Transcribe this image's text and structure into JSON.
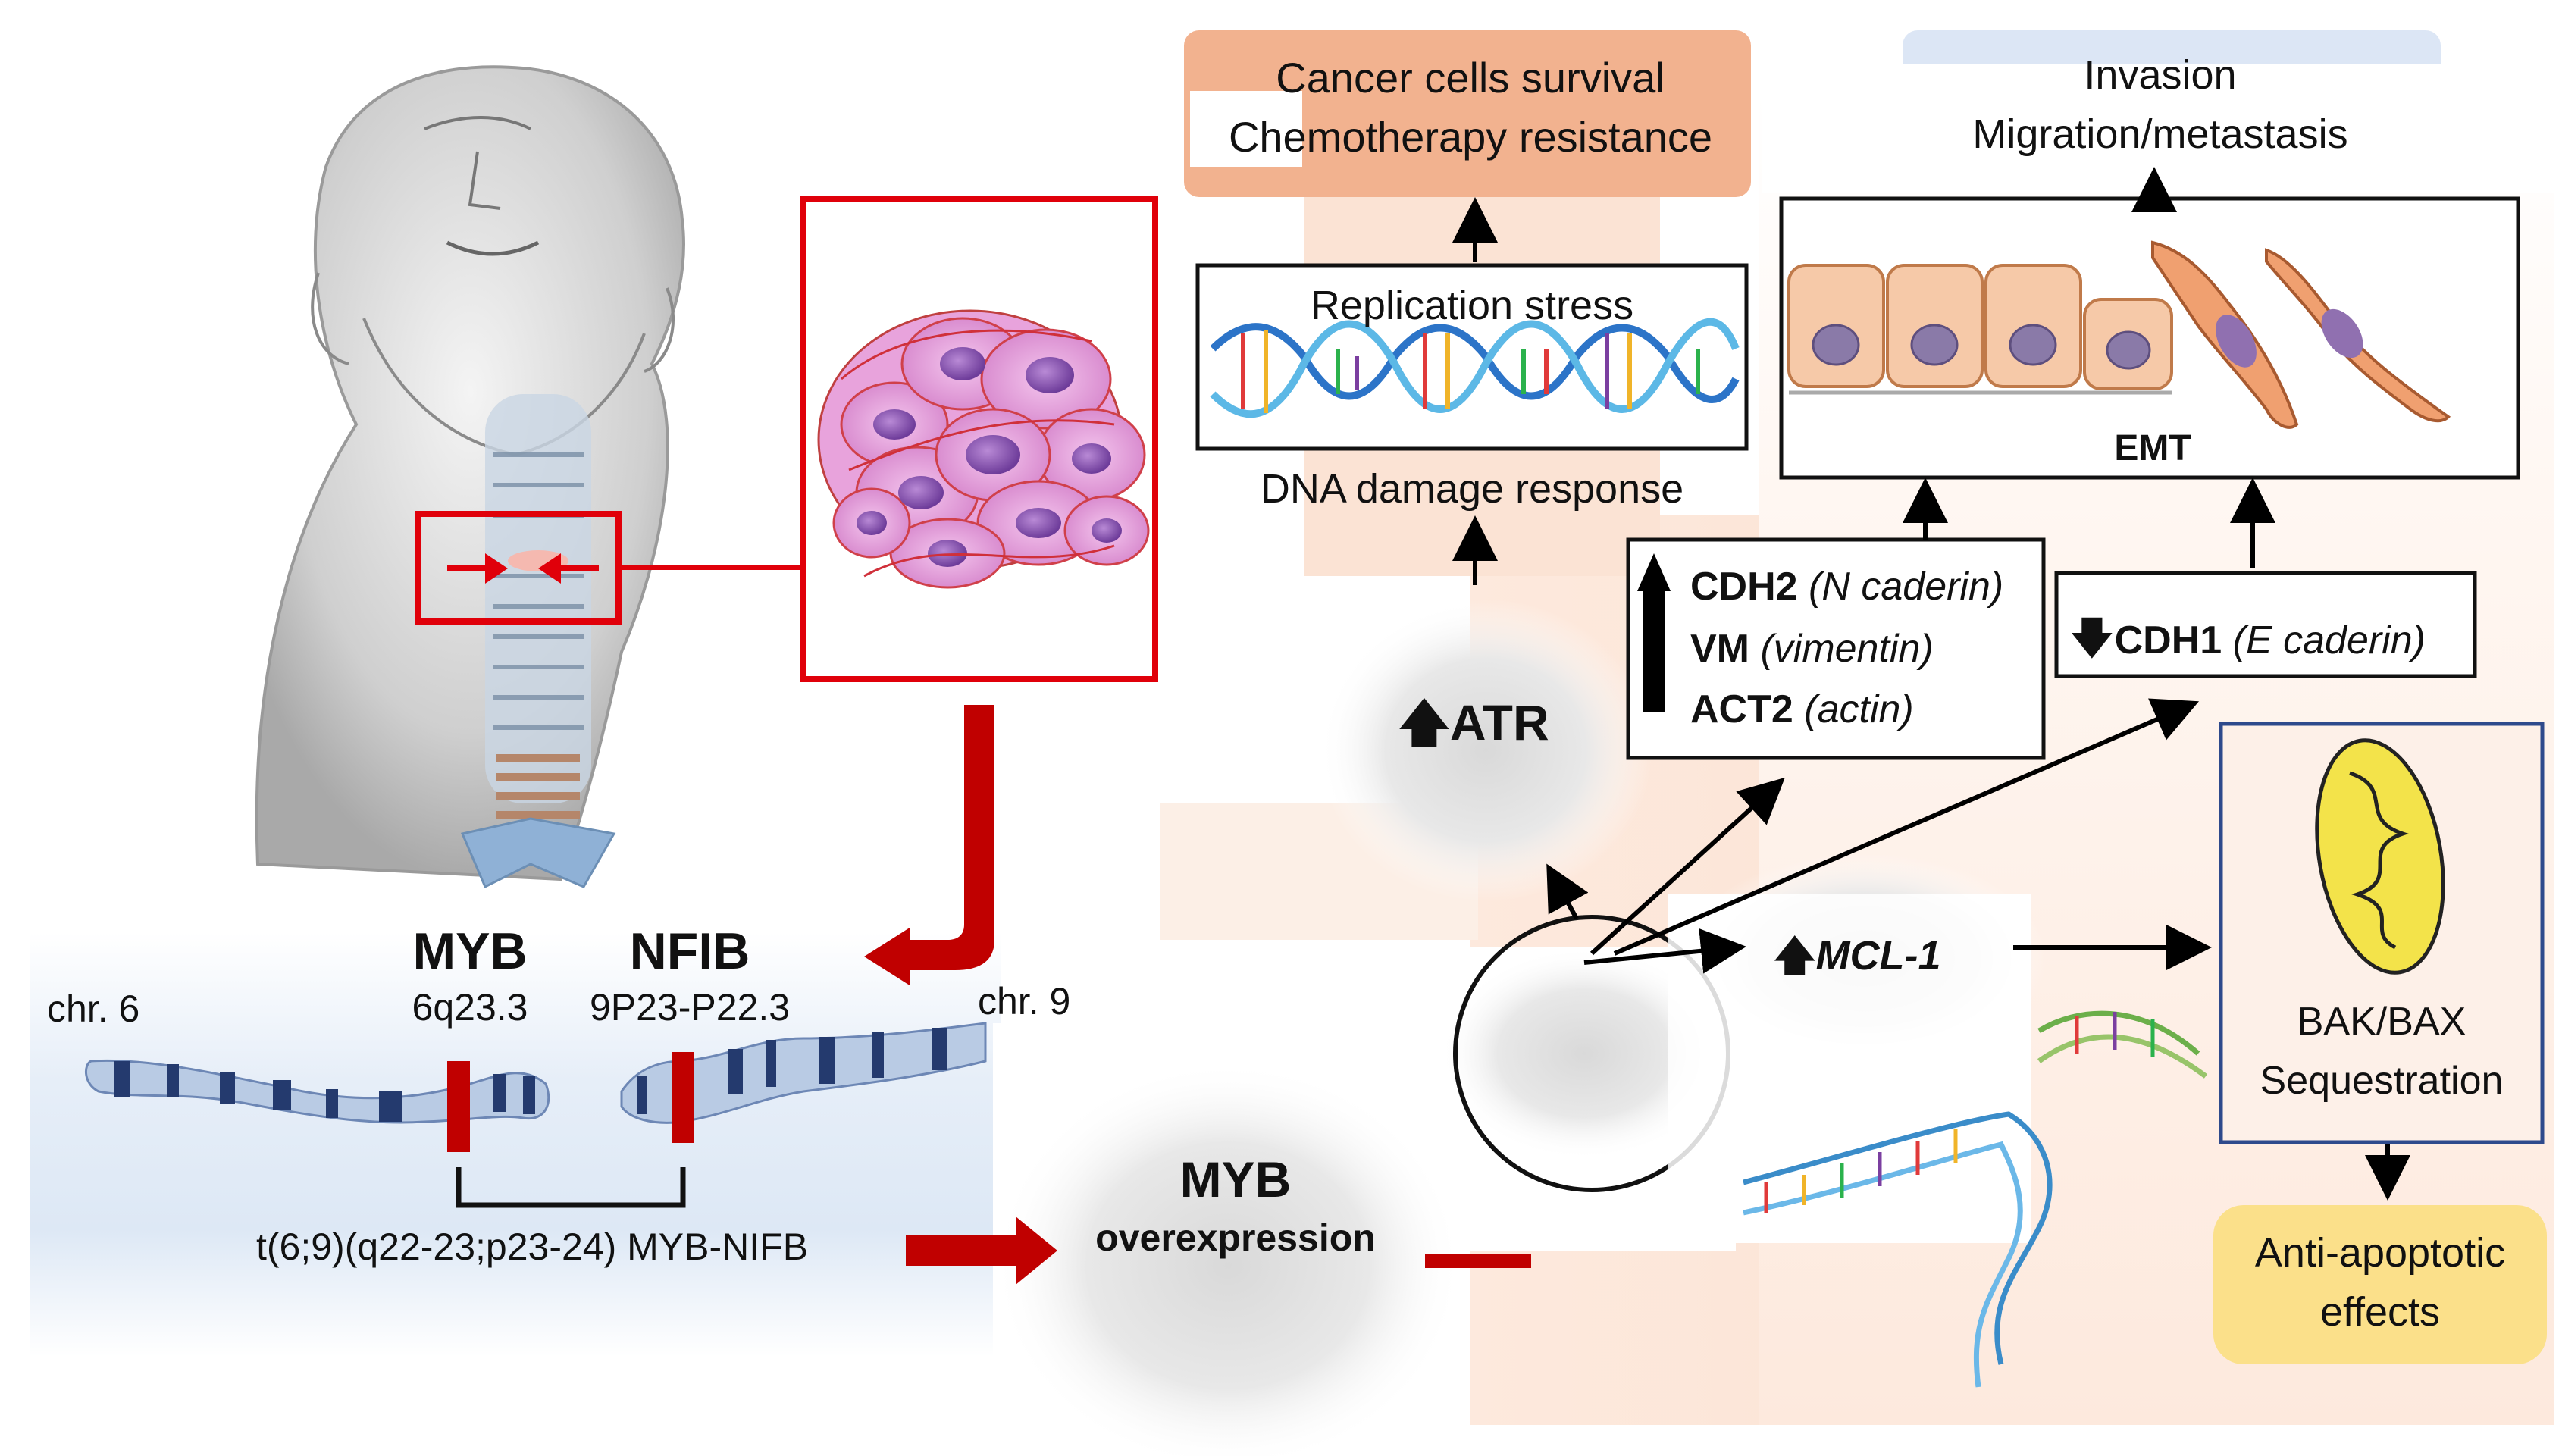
{
  "outcome_survival": {
    "line1": "Cancer cells survival",
    "line2": "Chemotherapy resistance",
    "color": "#f2b28f"
  },
  "outcome_invasion": {
    "line1": "Invasion",
    "line2": "Migration/metastasis",
    "color": "#dce6f5"
  },
  "replication": {
    "top_label": "Replication stress",
    "bottom_label": "DNA damage response"
  },
  "emt": {
    "label": "EMT"
  },
  "atr": {
    "arrow": "up-arrow-icon",
    "label": "ATR"
  },
  "upregulated_genes": {
    "arrow": "up-arrow-icon",
    "items": [
      {
        "gene": "CDH2",
        "desc": "(N caderin)"
      },
      {
        "gene": "VM",
        "desc": "(vimentin)"
      },
      {
        "gene": "ACT2",
        "desc": "(actin)"
      }
    ]
  },
  "downregulated_genes": {
    "arrow": "down-arrow-icon",
    "gene": "CDH1",
    "desc": "(E caderin)"
  },
  "mcl1": {
    "arrow": "up-arrow-icon",
    "label": "MCL-1"
  },
  "bakbax": {
    "line1": "BAK/BAX",
    "line2": "Sequestration",
    "border_color": "#2e4a8c"
  },
  "antiapoptotic": {
    "line1": "Anti-apoptotic",
    "line2": "effects",
    "color": "#fbe08a"
  },
  "myb_over": {
    "line1": "MYB",
    "line2": "overexpression"
  },
  "chromosomes": {
    "myb_gene": "MYB",
    "myb_locus": "6q23.3",
    "nfib_gene": "NFIB",
    "nfib_locus": "9P23-P22.3",
    "chr6": "chr. 6",
    "chr9": "chr. 9",
    "translocation": "t(6;9)(q22-23;p23-24) MYB-NIFB"
  },
  "colors": {
    "accent_red": "#c00000",
    "peach_bg": "#fbe3d4"
  }
}
